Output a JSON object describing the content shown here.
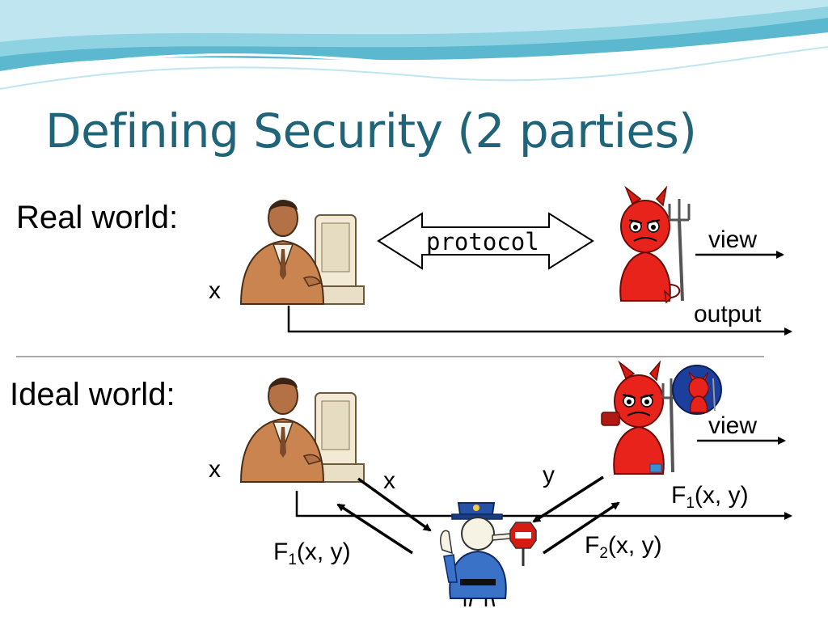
{
  "slide": {
    "title": "Defining Security (2 parties)",
    "colors": {
      "title": "#1f6478",
      "wave_dark": "#5bb8cf",
      "wave_light": "#bfe6f0",
      "devil_red": "#e8231b",
      "police_blue": "#2453a8"
    }
  },
  "real_world": {
    "label": "Real world:",
    "input_label": "x",
    "protocol_label": "protocol",
    "view_label": "view",
    "output_label": "output",
    "honest_party_icon": "person-at-computer-icon",
    "adversary_icon": "devil-with-pitchfork-icon"
  },
  "ideal_world": {
    "label": "Ideal world:",
    "input_label": "x",
    "sent_x_label": "x",
    "sent_y_label": "y",
    "view_label": "view",
    "honest_party_icon": "person-at-computer-icon",
    "adversary_icon": "devil-simulator-icon",
    "trusted_party_icon": "police-officer-icon",
    "f1_to_honest": {
      "fname": "F",
      "sub": "1",
      "args": "(x, y)"
    },
    "f2_to_adversary": {
      "fname": "F",
      "sub": "2",
      "args": "(x, y)"
    },
    "f1_output": {
      "fname": "F",
      "sub": "1",
      "args": "(x, y)"
    }
  }
}
